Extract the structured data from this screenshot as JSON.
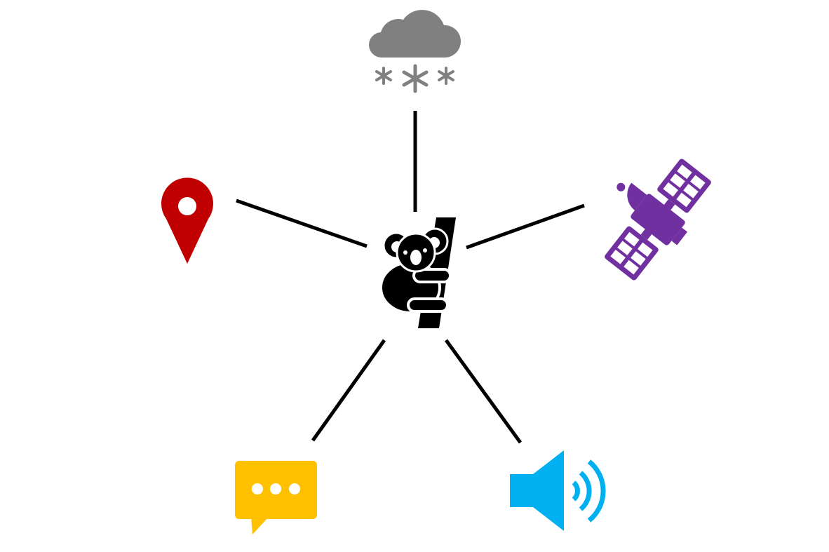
{
  "diagram": {
    "center": {
      "icon": "koala-icon",
      "color": "#000000"
    },
    "nodes": [
      {
        "id": "top",
        "icon": "cloud-snow-icon",
        "color": "#808080"
      },
      {
        "id": "left",
        "icon": "map-pin-icon",
        "color": "#C00000"
      },
      {
        "id": "right",
        "icon": "satellite-icon",
        "color": "#7030A0"
      },
      {
        "id": "bottom-left",
        "icon": "chat-bubble-icon",
        "color": "#FFC000"
      },
      {
        "id": "bottom-right",
        "icon": "speaker-volume-icon",
        "color": "#00B0F0"
      }
    ],
    "connector_color": "#000000"
  }
}
